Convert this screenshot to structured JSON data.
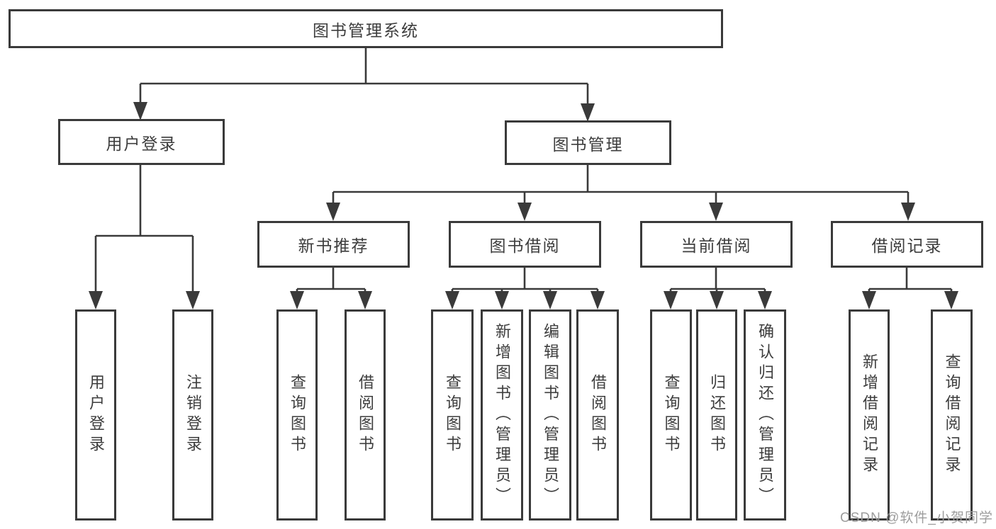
{
  "diagram": {
    "root": {
      "label": "图书管理系统"
    },
    "level2": [
      {
        "label": "用户登录"
      },
      {
        "label": "图书管理"
      }
    ],
    "level3": [
      {
        "label": "新书推荐"
      },
      {
        "label": "图书借阅"
      },
      {
        "label": "当前借阅"
      },
      {
        "label": "借阅记录"
      }
    ],
    "leaves": [
      {
        "label": "用户登录"
      },
      {
        "label": "注销登录"
      },
      {
        "label": "查询图书"
      },
      {
        "label": "借阅图书"
      },
      {
        "label": "查询图书"
      },
      {
        "label": "新增图书（管理员）"
      },
      {
        "label": "编辑图书（管理员）"
      },
      {
        "label": "借阅图书"
      },
      {
        "label": "查询图书"
      },
      {
        "label": "归还图书"
      },
      {
        "label": "确认归还（管理员）"
      },
      {
        "label": "新增借阅记录"
      },
      {
        "label": "查询借阅记录"
      }
    ],
    "colors": {
      "line": "#3a3a3a",
      "text": "#3d3d3d",
      "background": "#ffffff",
      "watermark": "#9d9d9d"
    }
  },
  "watermark": {
    "text": "CSDN @软件_小贺同学"
  }
}
